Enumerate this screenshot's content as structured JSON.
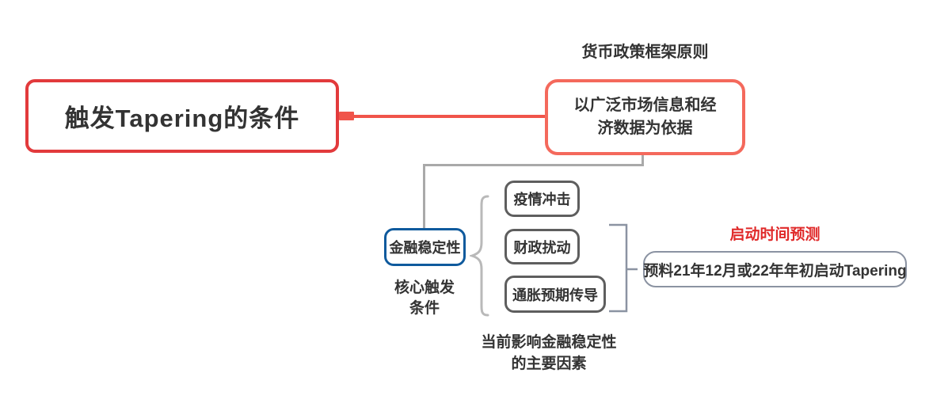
{
  "colors": {
    "root_red": "#e23a3c",
    "salmon": "#f4695c",
    "connector_red": "#f0544a",
    "blue": "#0f5a9d",
    "dark_gray": "#5e5e5e",
    "line_gray": "#a9a9a9",
    "brace_gray": "#b9b9b9",
    "steel": "#8b93a2",
    "alert_red": "#e02a2a",
    "text": "#333333"
  },
  "root": {
    "label": "触发Tapering的条件"
  },
  "policy_branch": {
    "float_label": "货币政策框架原则",
    "node_lines": [
      "以广泛市场信息和经",
      "济数据为依据"
    ]
  },
  "stability_branch": {
    "node_label": "金融稳定性",
    "caption_lines": [
      "核心触发",
      "条件"
    ]
  },
  "factors": {
    "items": [
      "疫情冲击",
      "财政扰动",
      "通胀预期传导"
    ],
    "caption_lines": [
      "当前影响金融稳定性",
      "的主要因素"
    ]
  },
  "prediction": {
    "float_label": "启动时间预测",
    "node_label": "预料21年12月或22年年初启动Tapering"
  }
}
